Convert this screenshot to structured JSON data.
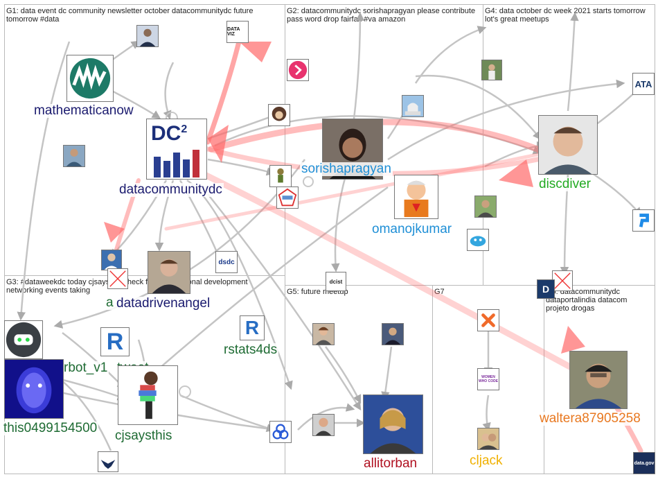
{
  "groups": [
    {
      "id": "G1",
      "title": "G1: data event dc community newsletter october datacommunitydc future tomorrow #data"
    },
    {
      "id": "G2",
      "title": "G2: datacommunitydc sorishapragyan please contribute pass word drop fairfax #va amazon"
    },
    {
      "id": "G4",
      "title": "G4: data october dc week 2021 starts tomorrow lot's great meetups"
    },
    {
      "id": "G3",
      "title": "G3: #dataweekdc today cjsaysthis check free professional development networking events taking"
    },
    {
      "id": "G5",
      "title": "G5: future meetup"
    },
    {
      "id": "G7",
      "title": "G7"
    },
    {
      "id": "G6",
      "title": "G6: datacommunitydc dataportalindia datacom projeto drogas"
    }
  ],
  "labels": {
    "mathematicanow": "mathematicanow",
    "datacommunitydc": "datacommunitydc",
    "sorishapragyan": "sorishapragyan",
    "omanojkumar": "omanojkumar",
    "discdiver": "discdiver",
    "datadrivenangel": "datadrivenangel",
    "a_fragment": "a",
    "rbot": "rbot_v1",
    "tweet": "tweet",
    "rstats4ds": "rstats4ds",
    "this0499154500": "this0499154500",
    "cjsaysthis": "cjsaysthis",
    "allitorban": "allitorban",
    "cljack": "cljack",
    "waltera87905258": "waltera87905258"
  },
  "logos": {
    "dc2": "DC",
    "dc2_sup": "2",
    "data_viz": "DATA VIZ",
    "ata": "ATA",
    "dsdc": "dsdc",
    "dcist": "dcist",
    "women_who_code": "WOMEN WHO CODE",
    "data_gov": "data.gov",
    "r_letter": "R"
  },
  "colors": {
    "g1_label": "#1a1a6e",
    "g2_label": "#1f8fd6",
    "g4_label": "#22aa22",
    "g3_label": "#1e6b33",
    "g5_label": "#b01020",
    "g7_label": "#f0b000",
    "g6_label": "#e87820",
    "edge_grey": "#b8b8b8",
    "edge_red": "#ff6a6a"
  }
}
